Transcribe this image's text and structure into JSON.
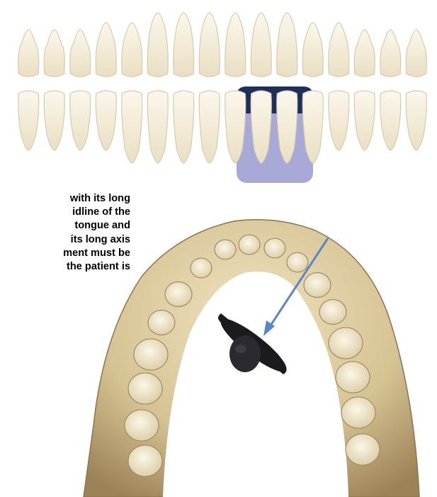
{
  "caption": {
    "lines": [
      "with its long",
      "idline of the",
      "tongue and",
      "its long axis",
      "ment must be",
      "the patient is"
    ]
  },
  "colors": {
    "tooth_fill": "#f3ecd9",
    "tooth_outline": "#d9cfb6",
    "highlight_top": "#1e2f5c",
    "highlight_body": "#a8a9d6",
    "bone": "#d8c79e",
    "bone_shadow": "#a89065",
    "arrow": "#5b86c4",
    "sensor": "#1b1b1f"
  },
  "icons": {
    "upper_arch": "upper-teeth-diagram-icon",
    "lower_arch": "lower-teeth-diagram-icon",
    "mandible": "mandible-photo-icon",
    "sensor": "xray-sensor-icon",
    "arrow": "direction-arrow-icon"
  }
}
